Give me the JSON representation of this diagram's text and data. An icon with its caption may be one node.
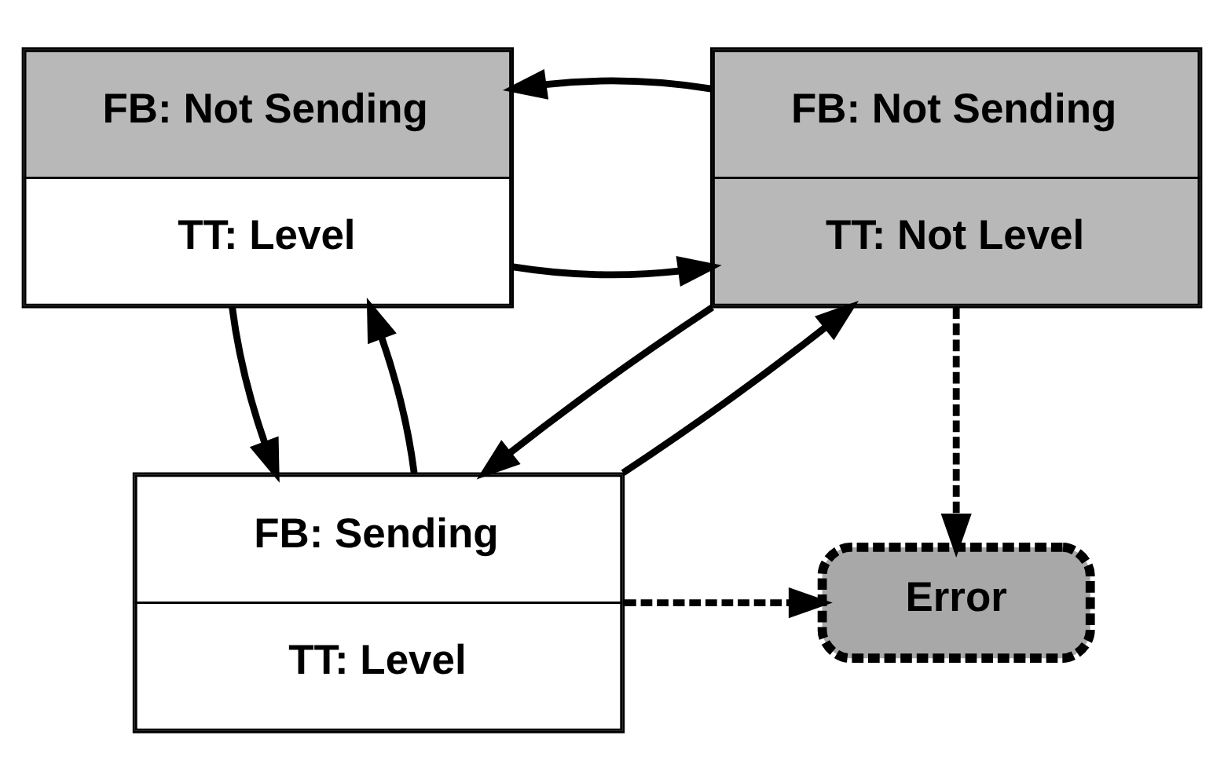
{
  "diagram": {
    "nodes": [
      {
        "text": [
          "FB: Not Sending",
          "TT: Level"
        ]
      },
      {
        "text": [
          "FB: Not Sending",
          "TT: Not Level"
        ]
      },
      {
        "text": [
          "FB: Sending",
          "TT: Level"
        ]
      },
      {
        "text": [
          "Error"
        ]
      }
    ],
    "edges": [
      {
        "from": 0,
        "to": 1,
        "arrow": "to"
      },
      {
        "from": 1,
        "to": 0,
        "arrow": "to"
      },
      {
        "from": 0,
        "to": 2,
        "arrow": "to"
      },
      {
        "from": 2,
        "to": 0,
        "arrow": "to"
      },
      {
        "from": 1,
        "to": 2,
        "arrow": "to"
      },
      {
        "from": 2,
        "to": 1,
        "arrow": "to"
      },
      {
        "from": 1,
        "to": 3,
        "arrow": "to",
        "style": "dashed"
      },
      {
        "from": 2,
        "to": 3,
        "arrow": "to",
        "style": "dashed"
      }
    ]
  }
}
